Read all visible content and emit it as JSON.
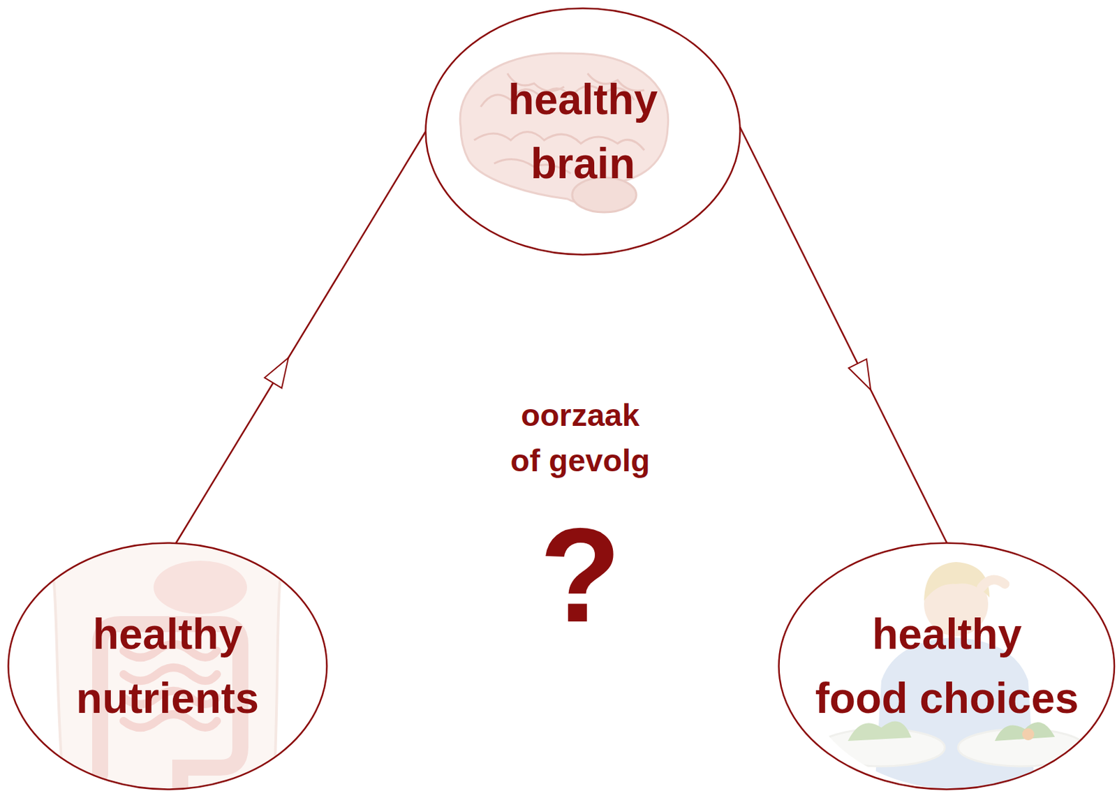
{
  "diagram": {
    "nodes": [
      {
        "text": [
          "healthy brain"
        ]
      },
      {
        "text": [
          "healthy nutrients"
        ]
      },
      {
        "text": [
          "healthy food choices"
        ]
      }
    ],
    "edges": [
      {
        "from": 1,
        "to": 0,
        "arrow": "to"
      },
      {
        "from": 0,
        "to": 2,
        "arrow": "to"
      }
    ],
    "labels": [
      "oorzaak of gevolg",
      "?"
    ]
  }
}
